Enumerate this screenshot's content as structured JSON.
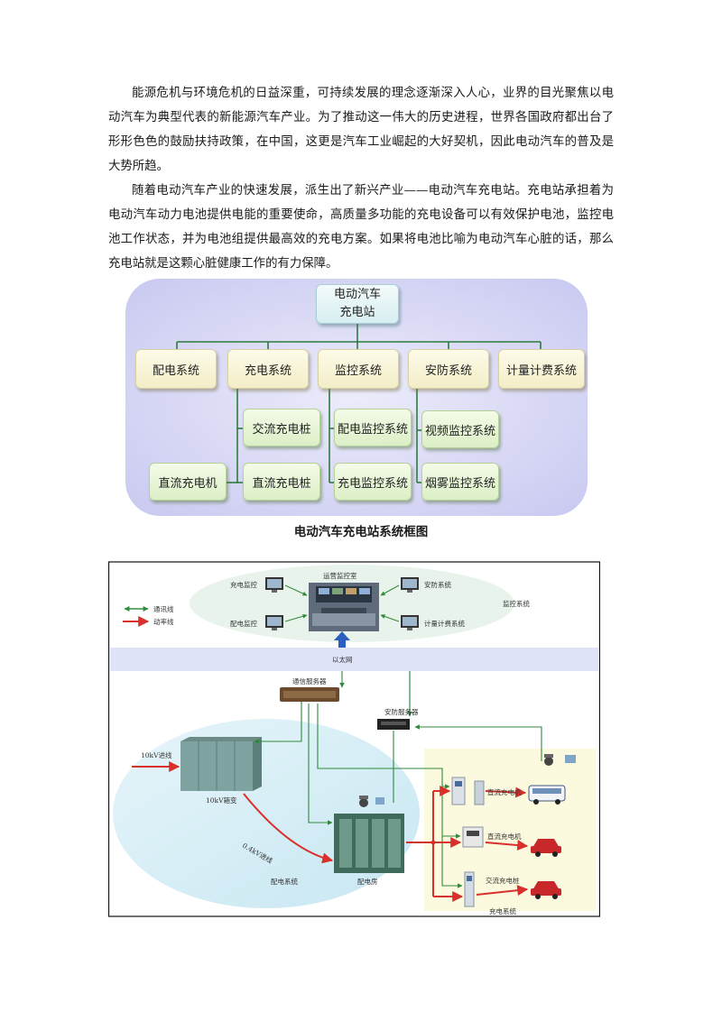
{
  "paragraphs": [
    "能源危机与环境危机的日益深重，可持续发展的理念逐渐深入人心，业界的目光聚焦以电动汽车为典型代表的新能源汽车产业。为了推动这一伟大的历史进程，世界各国政府都出台了形形色色的鼓励扶持政策，在中国，这更是汽车工业崛起的大好契机，因此电动汽车的普及是大势所趋。",
    "随着电动汽车产业的快速发展，派生出了新兴产业——电动汽车充电站。充电站承担着为电动汽车动力电池提供电能的重要使命，高质量多功能的充电设备可以有效保护电池，监控电池工作状态，并为电池组提供最高效的充电方案。如果将电池比喻为电动汽车心脏的话，那么充电站就是这颗心脏健康工作的有力保障。"
  ],
  "org_chart": {
    "root_line1": "电动汽车",
    "root_line2": "充电站",
    "level1": [
      "配电系统",
      "充电系统",
      "监控系统",
      "安防系统",
      "计量计费系统"
    ],
    "charging_children": [
      "交流充电桩",
      "直流充电桩"
    ],
    "charging_side": "直流充电机",
    "monitor_children": [
      "配电监控系统",
      "充电监控系统"
    ],
    "security_children": [
      "视频监控系统",
      "烟雾监控系统"
    ],
    "caption": "电动汽车充电站系统框图",
    "colors": {
      "background": "#dcdcf7",
      "connector": "#2e7a3e"
    }
  },
  "system_diagram": {
    "ops_room": "运营监控室",
    "monitor_left": [
      "充电监控",
      "配电监控"
    ],
    "monitor_right": [
      "安防系统",
      "计量计费系统"
    ],
    "monitor_zone": "监控系统",
    "legend": {
      "comm": "通讯线",
      "power": "动率线"
    },
    "ethernet": "以太网",
    "comm_server": "通信服务器",
    "security_server": "安防服务器",
    "incoming": "10kV进线",
    "transformer": "10kV箱变",
    "feed": "0.4kV进线",
    "distribution_zone": "配电系统",
    "distribution_room": "配电房",
    "chargers": [
      "直流充电机",
      "直流充电机",
      "交流充电桩"
    ],
    "charging_zone": "充电系统",
    "colors": {
      "comm_line": "#2f8a3a",
      "power_line": "#d9302c",
      "ethernet_band": "#dfe3f7",
      "charge_zone": "#fbfadf",
      "dist_zone": "#d5eef6"
    }
  }
}
